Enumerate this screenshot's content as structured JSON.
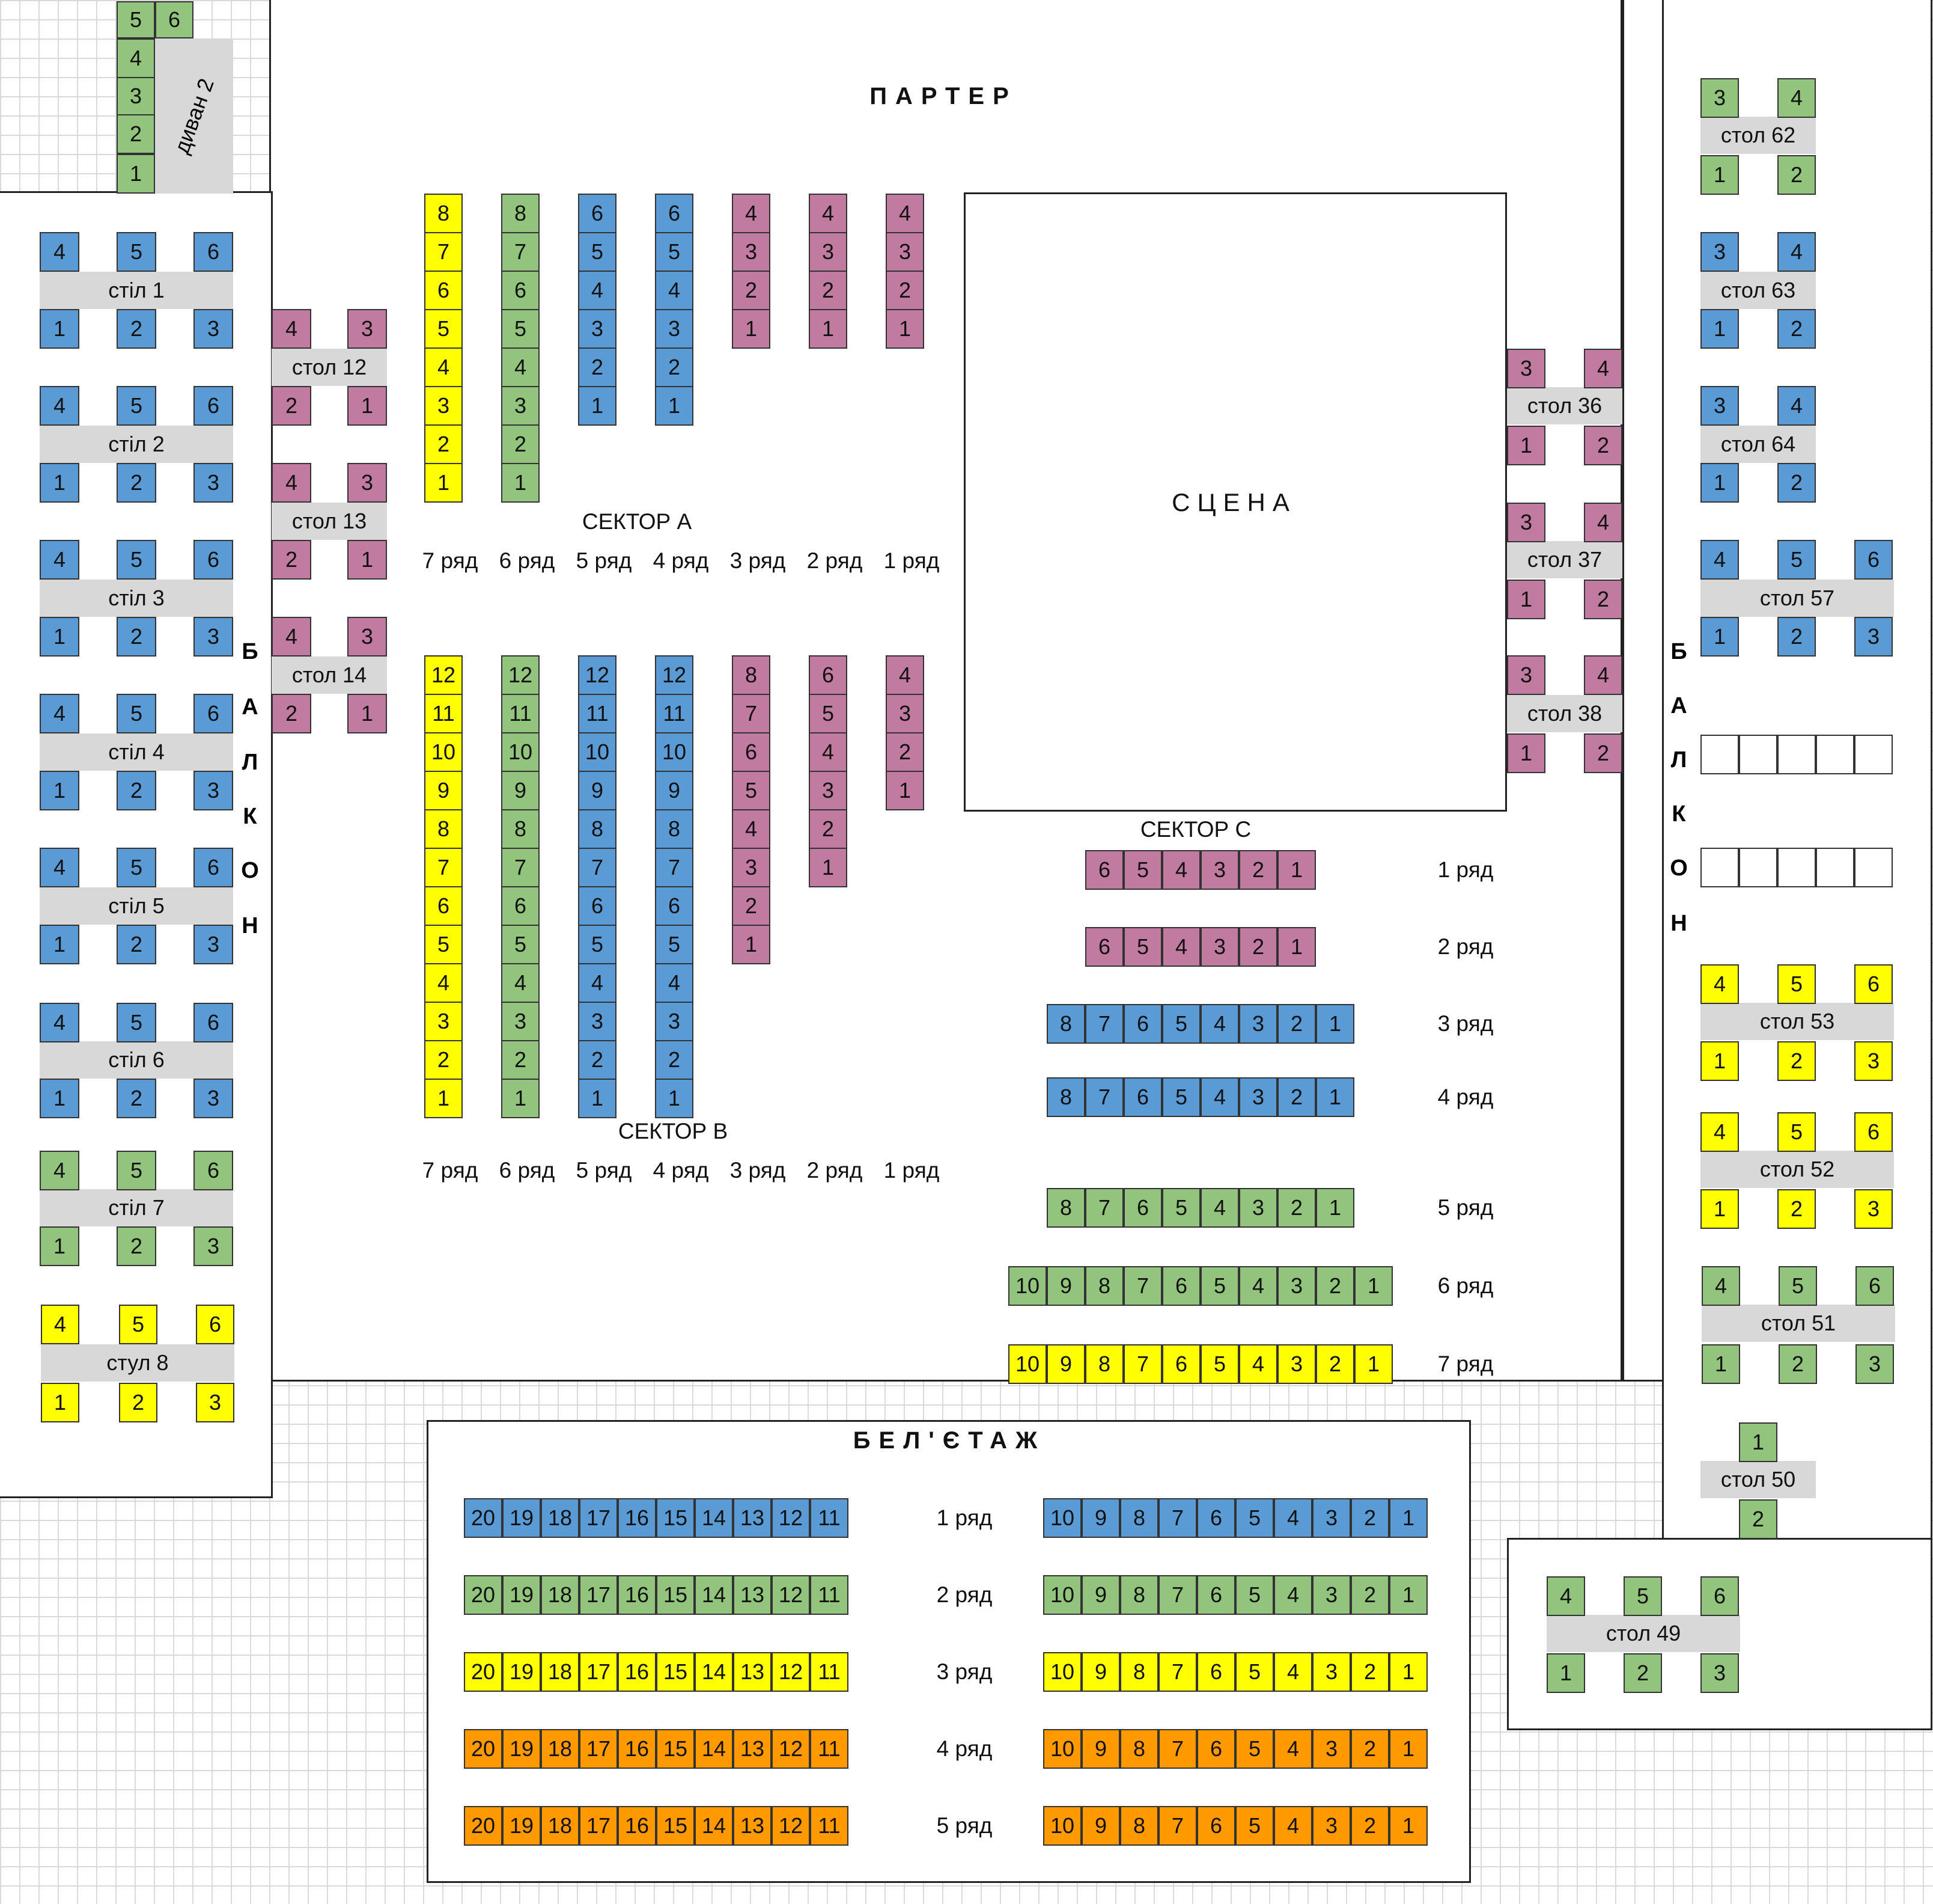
{
  "colors": {
    "blue": "#5b9bd5",
    "green": "#93c47d",
    "yellow": "#ffff00",
    "pink": "#c27ba0",
    "orange": "#ff9900",
    "empty": "#ffffff",
    "table": "#d8d8d8"
  },
  "zones": {
    "parter": "ПАРТЕР",
    "scene": "СЦЕНА",
    "beletazh": "БЕЛ'ЄТАЖ",
    "sector_a": "СЕКТОР А",
    "sector_b": "СЕКТОР В",
    "sector_c": "СЕКТОР С",
    "balcony_left": [
      "Б",
      "А",
      "Л",
      "К",
      "О",
      "Н"
    ],
    "balcony_right": [
      "Б",
      "А",
      "Л",
      "К",
      "О",
      "Н"
    ]
  },
  "sofa": {
    "label": "диван 2",
    "seats": [
      "1",
      "2",
      "3",
      "4",
      "5",
      "6"
    ]
  },
  "row_labels": {
    "a": [
      "7 ряд",
      "6 ряд",
      "5 ряд",
      "4 ряд",
      "3 ряд",
      "2 ряд",
      "1 ряд"
    ],
    "b": [
      "7 ряд",
      "6 ряд",
      "5 ряд",
      "4 ряд",
      "3 ряд",
      "2 ряд",
      "1 ряд"
    ],
    "c": [
      "1 ряд",
      "2 ряд",
      "3 ряд",
      "4 ряд",
      "5 ряд",
      "6 ряд",
      "7 ряд"
    ],
    "bel": [
      "1 ряд",
      "2 ряд",
      "3 ряд",
      "4 ряд",
      "5 ряд"
    ]
  },
  "tables": [
    {
      "name": "стіл 1",
      "color": "blue",
      "top": [
        "4",
        "5",
        "6"
      ],
      "bottom": [
        "1",
        "2",
        "3"
      ]
    },
    {
      "name": "стіл 2",
      "color": "blue",
      "top": [
        "4",
        "5",
        "6"
      ],
      "bottom": [
        "1",
        "2",
        "3"
      ]
    },
    {
      "name": "стіл 3",
      "color": "blue",
      "top": [
        "4",
        "5",
        "6"
      ],
      "bottom": [
        "1",
        "2",
        "3"
      ]
    },
    {
      "name": "стіл 4",
      "color": "blue",
      "top": [
        "4",
        "5",
        "6"
      ],
      "bottom": [
        "1",
        "2",
        "3"
      ]
    },
    {
      "name": "стіл 5",
      "color": "blue",
      "top": [
        "4",
        "5",
        "6"
      ],
      "bottom": [
        "1",
        "2",
        "3"
      ]
    },
    {
      "name": "стіл 6",
      "color": "blue",
      "top": [
        "4",
        "5",
        "6"
      ],
      "bottom": [
        "1",
        "2",
        "3"
      ]
    },
    {
      "name": "стіл 7",
      "color": "green",
      "top": [
        "4",
        "5",
        "6"
      ],
      "bottom": [
        "1",
        "2",
        "3"
      ]
    },
    {
      "name": "стул 8",
      "color": "yellow",
      "top": [
        "4",
        "5",
        "6"
      ],
      "bottom": [
        "1",
        "2",
        "3"
      ]
    },
    {
      "name": "стол 12",
      "color": "pink",
      "top": [
        "4",
        "3"
      ],
      "bottom": [
        "2",
        "1"
      ]
    },
    {
      "name": "стол 13",
      "color": "pink",
      "top": [
        "4",
        "3"
      ],
      "bottom": [
        "2",
        "1"
      ]
    },
    {
      "name": "стол 14",
      "color": "pink",
      "top": [
        "4",
        "3"
      ],
      "bottom": [
        "2",
        "1"
      ]
    },
    {
      "name": "стол 36",
      "color": "pink",
      "top": [
        "3",
        "4"
      ],
      "bottom": [
        "1",
        "2"
      ]
    },
    {
      "name": "стол 37",
      "color": "pink",
      "top": [
        "3",
        "4"
      ],
      "bottom": [
        "1",
        "2"
      ]
    },
    {
      "name": "стол 38",
      "color": "pink",
      "top": [
        "3",
        "4"
      ],
      "bottom": [
        "1",
        "2"
      ]
    },
    {
      "name": "стол 62",
      "color": "green",
      "top": [
        "3",
        "4"
      ],
      "bottom": [
        "1",
        "2"
      ]
    },
    {
      "name": "стол 63",
      "color": "blue",
      "top": [
        "3",
        "4"
      ],
      "bottom": [
        "1",
        "2"
      ]
    },
    {
      "name": "стол 64",
      "color": "blue",
      "top": [
        "3",
        "4"
      ],
      "bottom": [
        "1",
        "2"
      ]
    },
    {
      "name": "стол 57",
      "color": "blue",
      "top": [
        "4",
        "5",
        "6"
      ],
      "bottom": [
        "1",
        "2",
        "3"
      ]
    },
    {
      "name": "стол 53",
      "color": "yellow",
      "top": [
        "4",
        "5",
        "6"
      ],
      "bottom": [
        "1",
        "2",
        "3"
      ]
    },
    {
      "name": "стол 52",
      "color": "yellow",
      "top": [
        "4",
        "5",
        "6"
      ],
      "bottom": [
        "1",
        "2",
        "3"
      ]
    },
    {
      "name": "стол 51",
      "color": "green",
      "top": [
        "4",
        "5",
        "6"
      ],
      "bottom": [
        "1",
        "2",
        "3"
      ]
    },
    {
      "name": "стол 50",
      "color": "green",
      "top": [
        "1"
      ],
      "bottom": [
        "2"
      ]
    },
    {
      "name": "стол 49",
      "color": "green",
      "top": [
        "4",
        "5",
        "6"
      ],
      "bottom": [
        "1",
        "2",
        "3"
      ]
    }
  ],
  "sector_a": [
    {
      "row": "7 ряд",
      "color": "yellow",
      "seats": [
        "8",
        "7",
        "6",
        "5",
        "4",
        "3",
        "2",
        "1"
      ]
    },
    {
      "row": "6 ряд",
      "color": "green",
      "seats": [
        "8",
        "7",
        "6",
        "5",
        "4",
        "3",
        "2",
        "1"
      ]
    },
    {
      "row": "5 ряд",
      "color": "blue",
      "seats": [
        "6",
        "5",
        "4",
        "3",
        "2",
        "1"
      ]
    },
    {
      "row": "4 ряд",
      "color": "blue",
      "seats": [
        "6",
        "5",
        "4",
        "3",
        "2",
        "1"
      ]
    },
    {
      "row": "3 ряд",
      "color": "pink",
      "seats": [
        "4",
        "3",
        "2",
        "1"
      ]
    },
    {
      "row": "2 ряд",
      "color": "pink",
      "seats": [
        "4",
        "3",
        "2",
        "1"
      ]
    },
    {
      "row": "1 ряд",
      "color": "pink",
      "seats": [
        "4",
        "3",
        "2",
        "1"
      ]
    }
  ],
  "sector_b": [
    {
      "row": "7 ряд",
      "color": "yellow",
      "seats": [
        "12",
        "11",
        "10",
        "9",
        "8",
        "7",
        "6",
        "5",
        "4",
        "3",
        "2",
        "1"
      ]
    },
    {
      "row": "6 ряд",
      "color": "green",
      "seats": [
        "12",
        "11",
        "10",
        "9",
        "8",
        "7",
        "6",
        "5",
        "4",
        "3",
        "2",
        "1"
      ]
    },
    {
      "row": "5 ряд",
      "color": "blue",
      "seats": [
        "12",
        "11",
        "10",
        "9",
        "8",
        "7",
        "6",
        "5",
        "4",
        "3",
        "2",
        "1"
      ]
    },
    {
      "row": "4 ряд",
      "color": "blue",
      "seats": [
        "12",
        "11",
        "10",
        "9",
        "8",
        "7",
        "6",
        "5",
        "4",
        "3",
        "2",
        "1"
      ]
    },
    {
      "row": "3 ряд",
      "color": "pink",
      "seats": [
        "8",
        "7",
        "6",
        "5",
        "4",
        "3",
        "2",
        "1"
      ]
    },
    {
      "row": "2 ряд",
      "color": "pink",
      "seats": [
        "6",
        "5",
        "4",
        "3",
        "2",
        "1"
      ]
    },
    {
      "row": "1 ряд",
      "color": "pink",
      "seats": [
        "4",
        "3",
        "2",
        "1"
      ]
    }
  ],
  "sector_c": [
    {
      "row": "1 ряд",
      "color": "pink",
      "seats": [
        "6",
        "5",
        "4",
        "3",
        "2",
        "1"
      ]
    },
    {
      "row": "2 ряд",
      "color": "pink",
      "seats": [
        "6",
        "5",
        "4",
        "3",
        "2",
        "1"
      ]
    },
    {
      "row": "3 ряд",
      "color": "blue",
      "seats": [
        "8",
        "7",
        "6",
        "5",
        "4",
        "3",
        "2",
        "1"
      ]
    },
    {
      "row": "4 ряд",
      "color": "blue",
      "seats": [
        "8",
        "7",
        "6",
        "5",
        "4",
        "3",
        "2",
        "1"
      ]
    },
    {
      "row": "5 ряд",
      "color": "green",
      "seats": [
        "8",
        "7",
        "6",
        "5",
        "4",
        "3",
        "2",
        "1"
      ]
    },
    {
      "row": "6 ряд",
      "color": "green",
      "seats": [
        "10",
        "9",
        "8",
        "7",
        "6",
        "5",
        "4",
        "3",
        "2",
        "1"
      ]
    },
    {
      "row": "7 ряд",
      "color": "yellow",
      "seats": [
        "10",
        "9",
        "8",
        "7",
        "6",
        "5",
        "4",
        "3",
        "2",
        "1"
      ]
    }
  ],
  "beletazh": [
    {
      "row": "1 ряд",
      "color": "blue",
      "left": [
        "20",
        "19",
        "18",
        "17",
        "16",
        "15",
        "14",
        "13",
        "12",
        "11"
      ],
      "right": [
        "10",
        "9",
        "8",
        "7",
        "6",
        "5",
        "4",
        "3",
        "2",
        "1"
      ]
    },
    {
      "row": "2 ряд",
      "color": "green",
      "left": [
        "20",
        "19",
        "18",
        "17",
        "16",
        "15",
        "14",
        "13",
        "12",
        "11"
      ],
      "right": [
        "10",
        "9",
        "8",
        "7",
        "6",
        "5",
        "4",
        "3",
        "2",
        "1"
      ]
    },
    {
      "row": "3 ряд",
      "color": "yellow",
      "left": [
        "20",
        "19",
        "18",
        "17",
        "16",
        "15",
        "14",
        "13",
        "12",
        "11"
      ],
      "right": [
        "10",
        "9",
        "8",
        "7",
        "6",
        "5",
        "4",
        "3",
        "2",
        "1"
      ]
    },
    {
      "row": "4 ряд",
      "color": "orange",
      "left": [
        "20",
        "19",
        "18",
        "17",
        "16",
        "15",
        "14",
        "13",
        "12",
        "11"
      ],
      "right": [
        "10",
        "9",
        "8",
        "7",
        "6",
        "5",
        "4",
        "3",
        "2",
        "1"
      ]
    },
    {
      "row": "5 ряд",
      "color": "orange",
      "left": [
        "20",
        "19",
        "18",
        "17",
        "16",
        "15",
        "14",
        "13",
        "12",
        "11"
      ],
      "right": [
        "10",
        "9",
        "8",
        "7",
        "6",
        "5",
        "4",
        "3",
        "2",
        "1"
      ]
    }
  ]
}
